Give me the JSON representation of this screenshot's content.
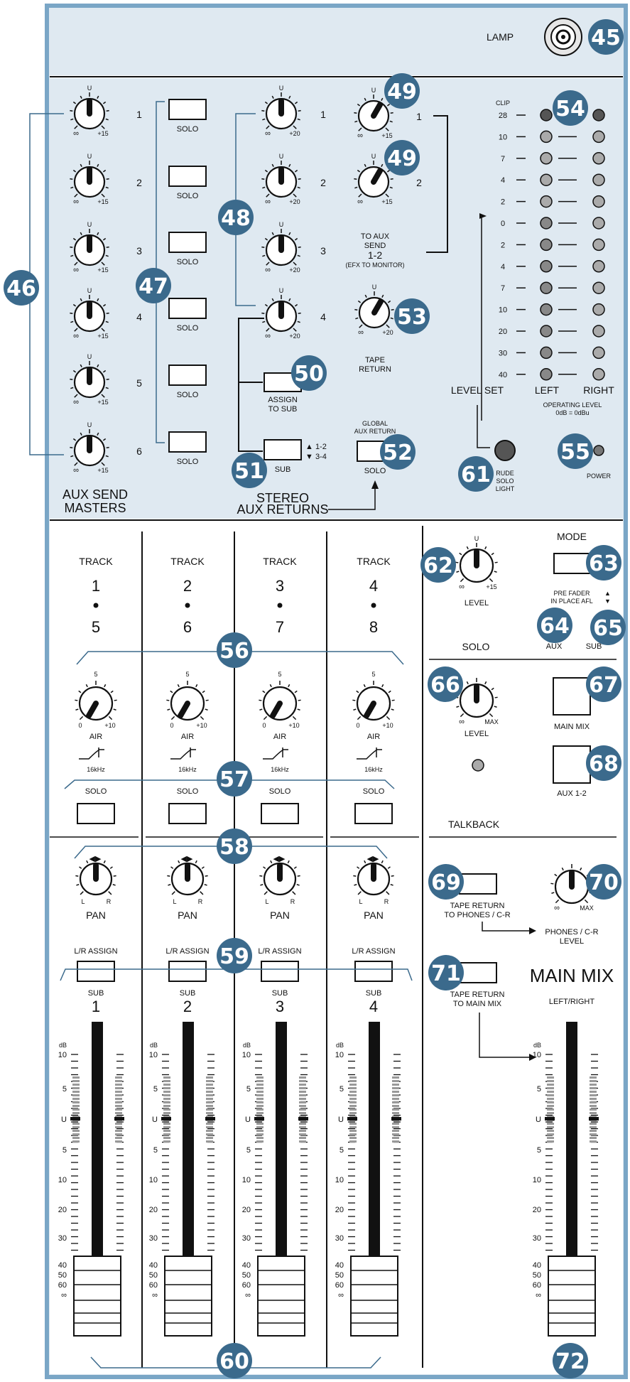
{
  "colors": {
    "panel_bg": "#dfe9f1",
    "accent": "#3b6a8c",
    "border": "#6f9ec0",
    "line": "#111111"
  },
  "top": {
    "lamp_label": "LAMP"
  },
  "aux_send_masters": {
    "scale": {
      "center": "U",
      "min": "∞",
      "max": "+15"
    },
    "channels": [
      "1",
      "2",
      "3",
      "4",
      "5",
      "6"
    ],
    "solo_label": "SOLO",
    "title_line1": "AUX SEND",
    "title_line2": "MASTERS"
  },
  "aux_returns": {
    "scale": {
      "center": "U",
      "min": "∞",
      "max": "+20"
    },
    "channels": [
      "1",
      "2",
      "3",
      "4"
    ],
    "assign_to_sub_line1": "ASSIGN",
    "assign_to_sub_line2": "TO SUB",
    "sub_label": "SUB",
    "sub_opt1": "▲ 1-2",
    "sub_opt2": "▼ 3-4",
    "title_line1": "STEREO",
    "title_line2": "AUX RETURNS",
    "global_line1": "GLOBAL",
    "global_line2": "AUX RETURN",
    "global_solo": "SOLO"
  },
  "to_aux_send": {
    "channels": [
      "1",
      "2"
    ],
    "scale": {
      "center": "U",
      "min": "∞",
      "max": "+15"
    },
    "line1": "TO AUX",
    "line2": "SEND",
    "line3": "1-2",
    "line4": "(EFX TO MONITOR)"
  },
  "tape_return": {
    "line1": "TAPE",
    "line2": "RETURN",
    "scale": {
      "center": "U",
      "min": "∞",
      "max": "+20"
    }
  },
  "meter": {
    "clip": "CLIP",
    "scale": [
      "28",
      "10",
      "7",
      "4",
      "2",
      "0",
      "2",
      "4",
      "7",
      "10",
      "20",
      "30",
      "40"
    ],
    "level_set": "LEVEL SET",
    "left": "LEFT",
    "right": "RIGHT",
    "op_line1": "OPERATING LEVEL",
    "op_line2": "0dB = 0dBu"
  },
  "rude_solo": {
    "line1": "RUDE",
    "line2": "SOLO",
    "line3": "LIGHT"
  },
  "power": "POWER",
  "tracks": {
    "items": [
      {
        "track": "TRACK",
        "a": "1",
        "b": "5",
        "sub": "1"
      },
      {
        "track": "TRACK",
        "a": "2",
        "b": "6",
        "sub": "2"
      },
      {
        "track": "TRACK",
        "a": "3",
        "b": "7",
        "sub": "3"
      },
      {
        "track": "TRACK",
        "a": "4",
        "b": "8",
        "sub": "4"
      }
    ],
    "air": {
      "min": "0",
      "max": "+10",
      "top": "5",
      "label": "AIR",
      "freq": "16kHz"
    },
    "solo": "SOLO",
    "pan": {
      "label": "PAN",
      "l": "L",
      "r": "R"
    },
    "lr_assign": "L/R ASSIGN",
    "sub_label": "SUB",
    "fader_scale": [
      "dB",
      "10",
      "5",
      "U",
      "5",
      "10",
      "20",
      "30",
      "40",
      "50",
      "60",
      "∞"
    ]
  },
  "solo_section": {
    "level_scale": {
      "center": "U",
      "min": "∞",
      "max": "+15"
    },
    "level": "LEVEL",
    "mode": "MODE",
    "pfl_line1": "PRE FADER",
    "pfl_line2": "IN PLACE AFL",
    "aux": "AUX",
    "sub": "SUB",
    "title": "SOLO"
  },
  "talkback": {
    "level_min": "∞",
    "level_max": "MAX",
    "level": "LEVEL",
    "main_mix": "MAIN MIX",
    "aux12": "AUX 1-2",
    "title": "TALKBACK"
  },
  "control_room": {
    "tape_phones_line1": "TAPE RETURN",
    "tape_phones_line2": "TO PHONES / C-R",
    "phones_line1": "PHONES / C-R",
    "phones_line2": "LEVEL",
    "min": "∞",
    "max": "MAX",
    "tape_main_line1": "TAPE RETURN",
    "tape_main_line2": "TO MAIN MIX"
  },
  "main_mix": {
    "title": "MAIN MIX",
    "subtitle": "LEFT/RIGHT"
  },
  "callouts": [
    "45",
    "46",
    "47",
    "48",
    "49",
    "49",
    "50",
    "51",
    "52",
    "53",
    "54",
    "55",
    "56",
    "57",
    "58",
    "59",
    "60",
    "61",
    "62",
    "63",
    "64",
    "65",
    "66",
    "67",
    "68",
    "69",
    "70",
    "71",
    "72"
  ]
}
